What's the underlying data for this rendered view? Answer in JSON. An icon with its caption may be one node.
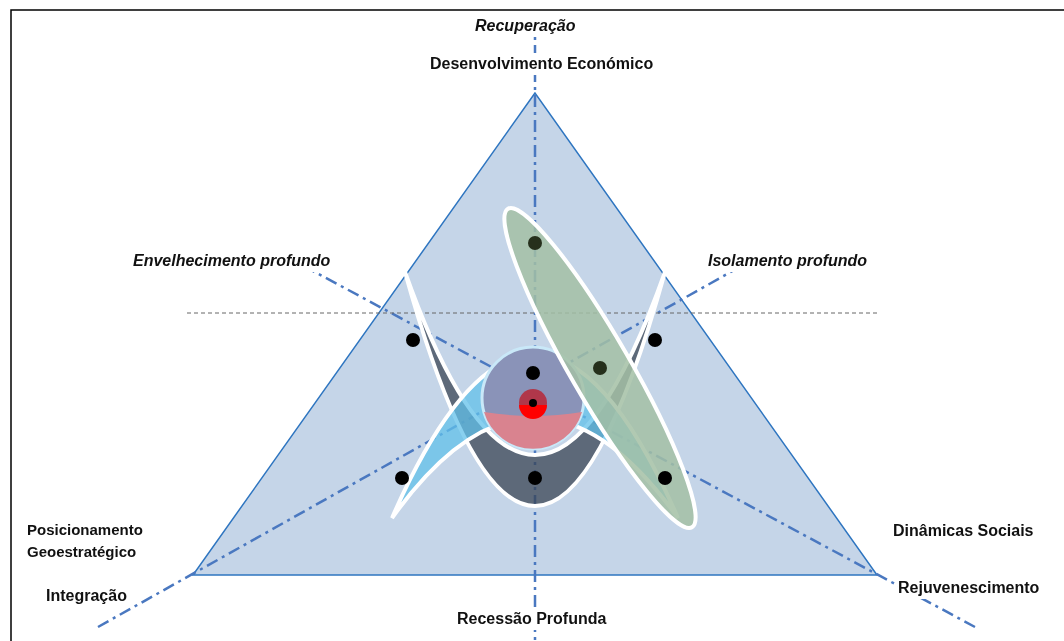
{
  "diagram": {
    "labels": [
      "Recuperação",
      "Desenvolvimento Económico",
      "Envelhecimento profundo",
      "Isolamento profundo",
      "Posicionamento Geoestratégico",
      "Dinâmicas Sociais",
      "Integração",
      "Rejuvenescimento",
      "Recessão Profunda"
    ]
  }
}
